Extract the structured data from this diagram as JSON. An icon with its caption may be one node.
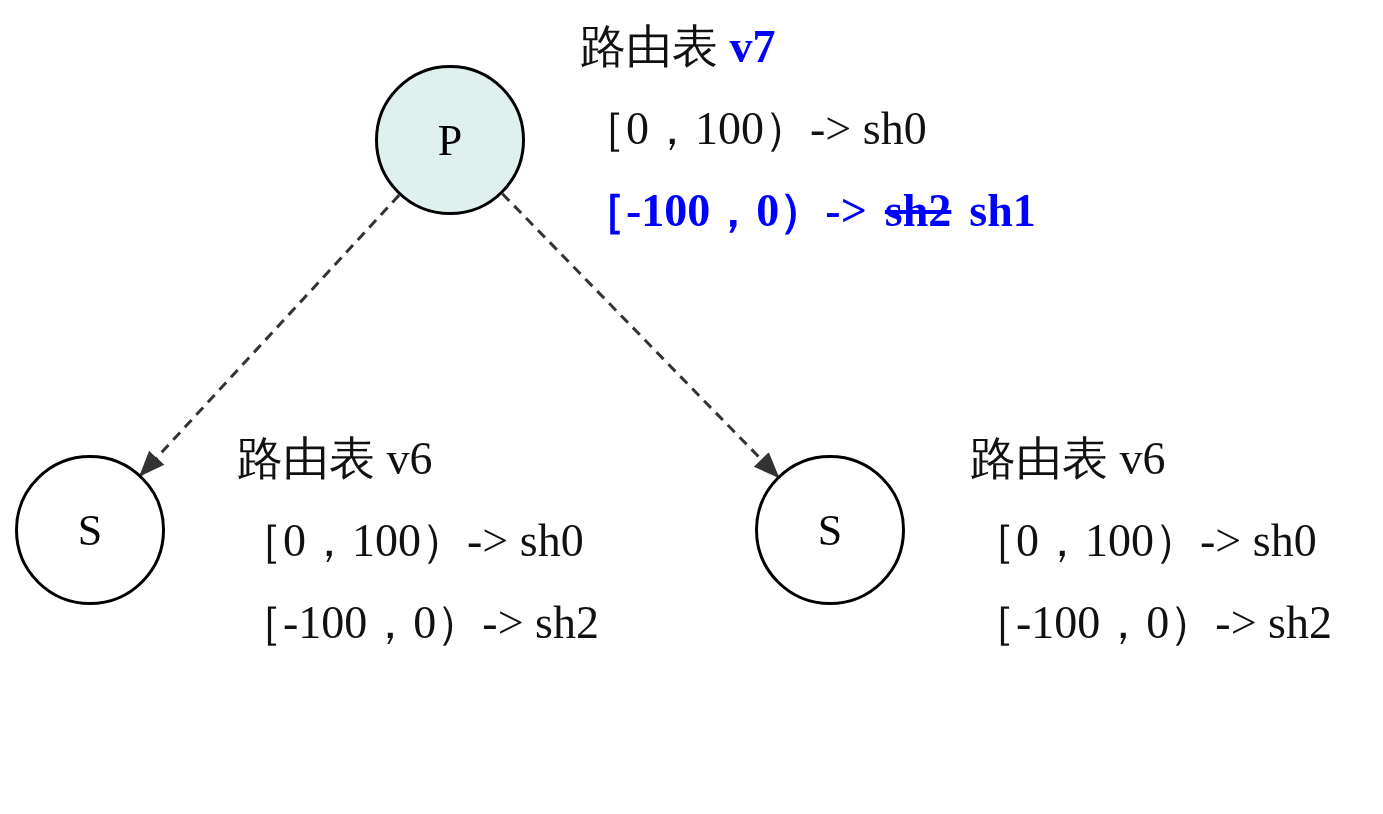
{
  "diagram": {
    "nodes": [
      {
        "text": [
          "P"
        ],
        "beside": [
          "路由表 **v7**",
          "［0，100）-> sh0",
          "［-100，0）->",
          "sh2",
          "sh1"
        ]
      },
      {
        "text": [
          "S"
        ],
        "beside": [
          "路由表 v6",
          "［0，100）-> sh0",
          "［-100，0）-> sh2"
        ]
      },
      {
        "text": [
          "S"
        ],
        "beside": [
          "路由表 v6",
          "［0，100）-> sh0",
          "［-100，0）-> sh2"
        ]
      }
    ],
    "edges": [
      {
        "from": 0,
        "to": 1,
        "arrow": "to",
        "style": "dashed"
      },
      {
        "from": 0,
        "to": 2,
        "arrow": "to",
        "style": "dashed"
      }
    ]
  }
}
